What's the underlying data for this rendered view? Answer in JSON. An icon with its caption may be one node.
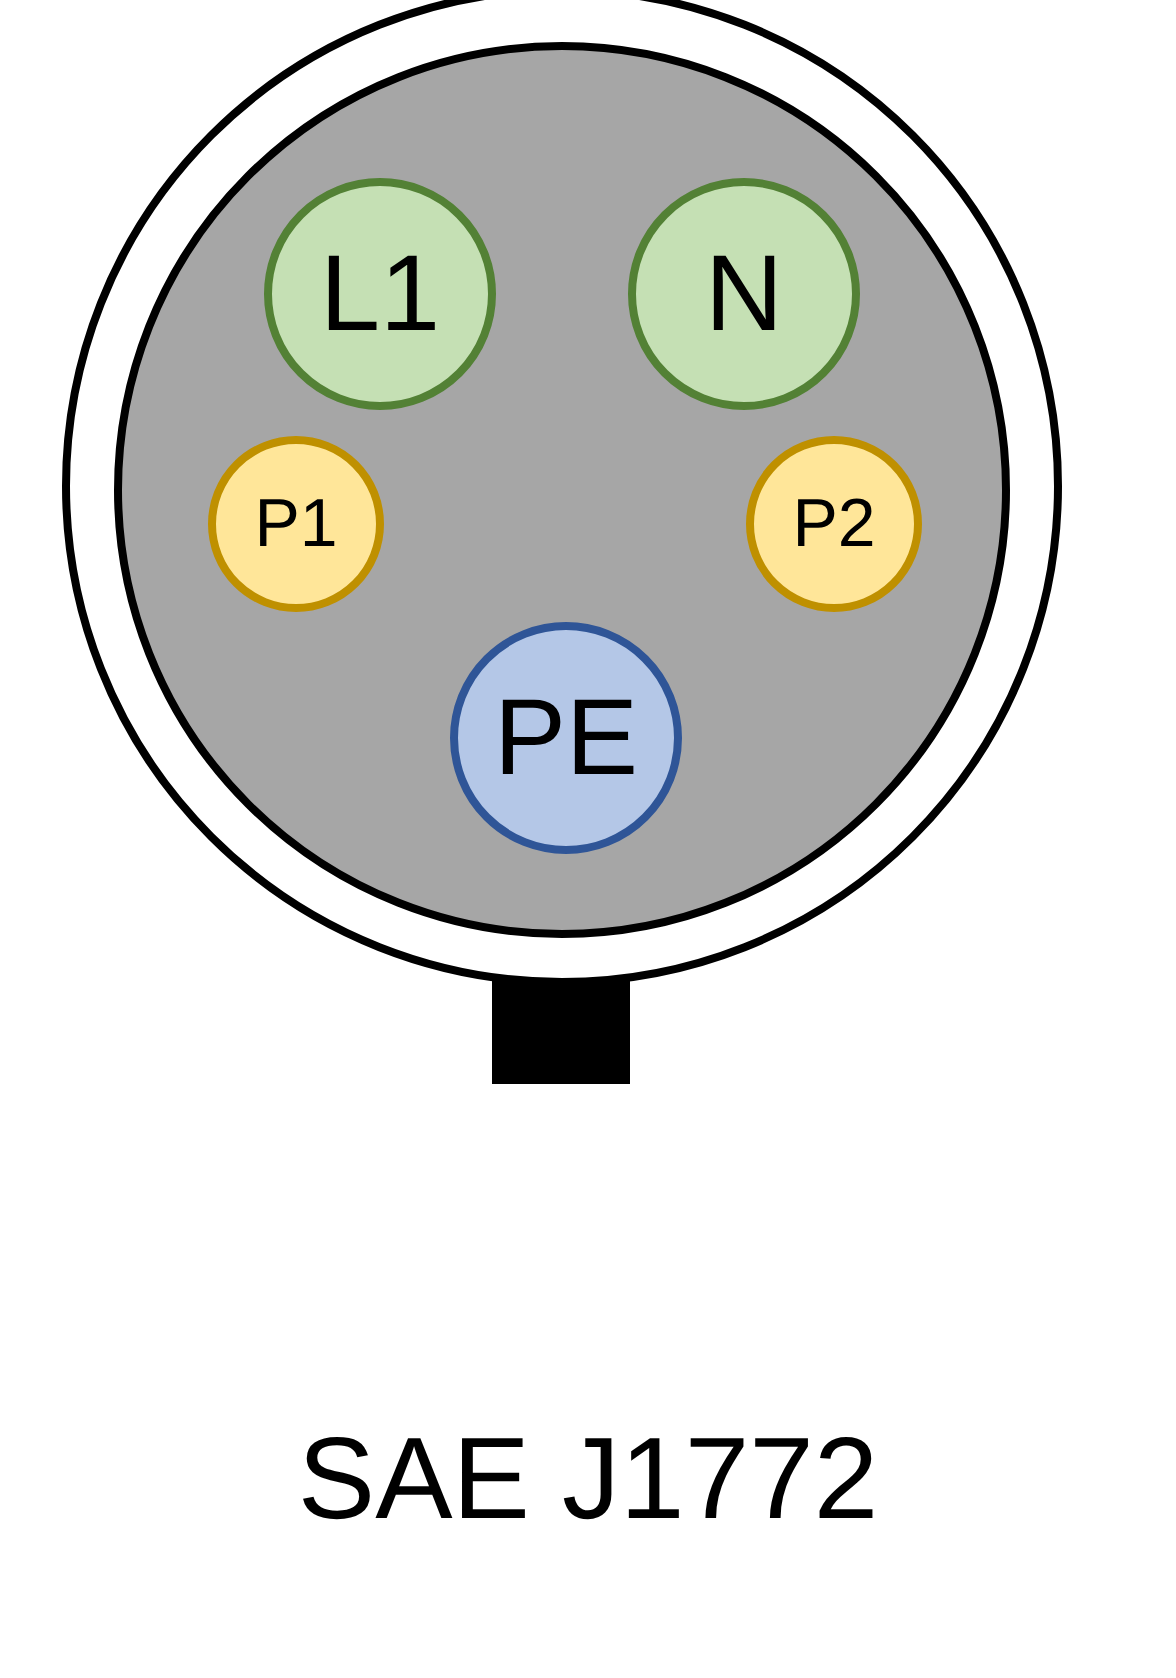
{
  "diagram": {
    "caption": "SAE J1772",
    "nodes": [
      {
        "text": [
          "L1"
        ]
      },
      {
        "text": [
          "N"
        ]
      },
      {
        "text": [
          "P1"
        ]
      },
      {
        "text": [
          "P2"
        ]
      },
      {
        "text": [
          "PE"
        ]
      }
    ]
  }
}
